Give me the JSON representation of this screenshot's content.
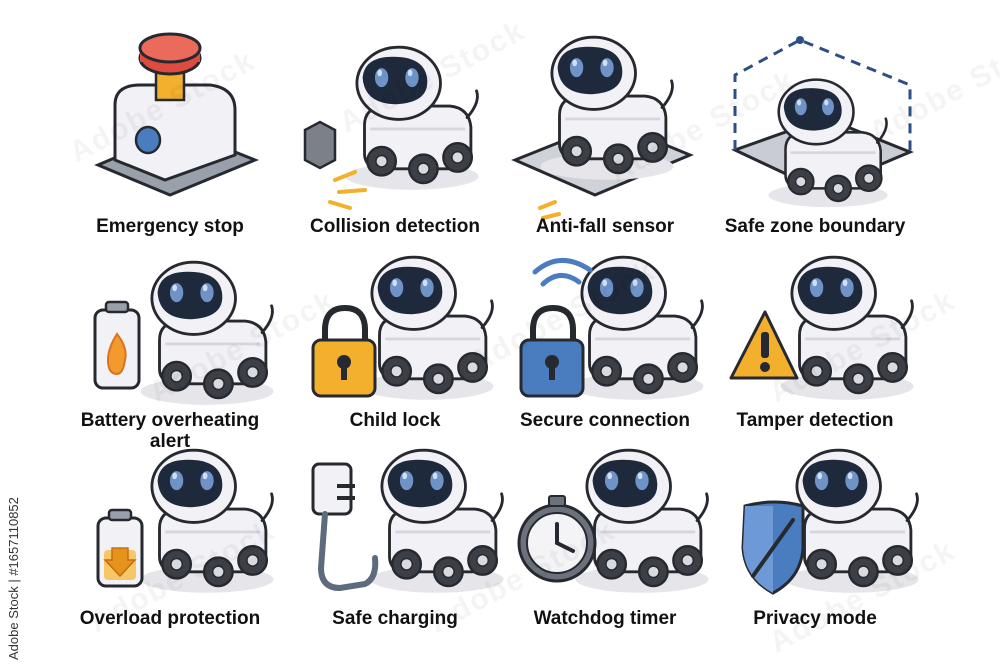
{
  "icons": [
    {
      "label": "Emergency stop",
      "icon": "emergency-stop-icon"
    },
    {
      "label": "Collision detection",
      "icon": "collision-detection-icon"
    },
    {
      "label": "Anti-fall sensor",
      "icon": "anti-fall-sensor-icon"
    },
    {
      "label": "Safe zone boundary",
      "icon": "safe-zone-boundary-icon"
    },
    {
      "label": "Battery overheating alert",
      "icon": "battery-overheating-alert-icon"
    },
    {
      "label": "Child lock",
      "icon": "child-lock-icon"
    },
    {
      "label": "Secure connection",
      "icon": "secure-connection-icon"
    },
    {
      "label": "Tamper detection",
      "icon": "tamper-detection-icon"
    },
    {
      "label": "Overload protection",
      "icon": "overload-protection-icon"
    },
    {
      "label": "Safe charging",
      "icon": "safe-charging-icon"
    },
    {
      "label": "Watchdog timer",
      "icon": "watchdog-timer-icon"
    },
    {
      "label": "Privacy mode",
      "icon": "privacy-mode-icon"
    }
  ],
  "stock_credit": "Adobe Stock | #1657110852",
  "watermark": "Adobe Stock",
  "colors": {
    "robot_body": "#f2f2f6",
    "robot_face": "#1e2a3c",
    "robot_eye": "#6f93c7",
    "wheel": "#3c3f45",
    "red_button": "#e04b3f",
    "accent_orange": "#f3b02d",
    "lock_blue": "#4a7cc0",
    "outline": "#26292f"
  }
}
